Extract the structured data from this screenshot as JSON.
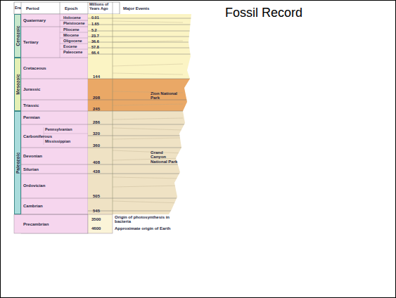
{
  "diagram": {
    "title": "Fossil Record",
    "nodes": [
      {
        "text": [
          "Cenozoic"
        ]
      },
      {
        "text": [
          "Mesozoic"
        ]
      },
      {
        "text": [
          "Paleozoic"
        ]
      },
      {
        "text": [
          "Zion National Park"
        ]
      }
    ],
    "labels": [
      "Era",
      "Period",
      "Epoch",
      "Millions of Years Ago",
      "Major Events",
      "Quaternary",
      "Holocene",
      "Pleistocene",
      "Tertiary",
      "Pliocene",
      "Miocene",
      "Oligocene",
      "Eocene",
      "Paleocene",
      "Cretaceous",
      "Jurassic",
      "Triassic",
      "Permian",
      "Carboniferous",
      "Pennsylvanian",
      "Mississippian",
      "Devonian",
      "Silurian",
      "Ordovician",
      "Cambrian",
      "Precambrian",
      "0.01",
      "1.65",
      "5.2",
      "23.7",
      "36.6",
      "57.8",
      "66.4",
      "144",
      "208",
      "245",
      "286",
      "320",
      "360",
      "408",
      "438",
      "505",
      "545",
      "3500",
      "4600",
      "Grand Canyon National Park",
      "Origin of photosynthesis in bacteria",
      "Approximate origin of Earth"
    ]
  }
}
